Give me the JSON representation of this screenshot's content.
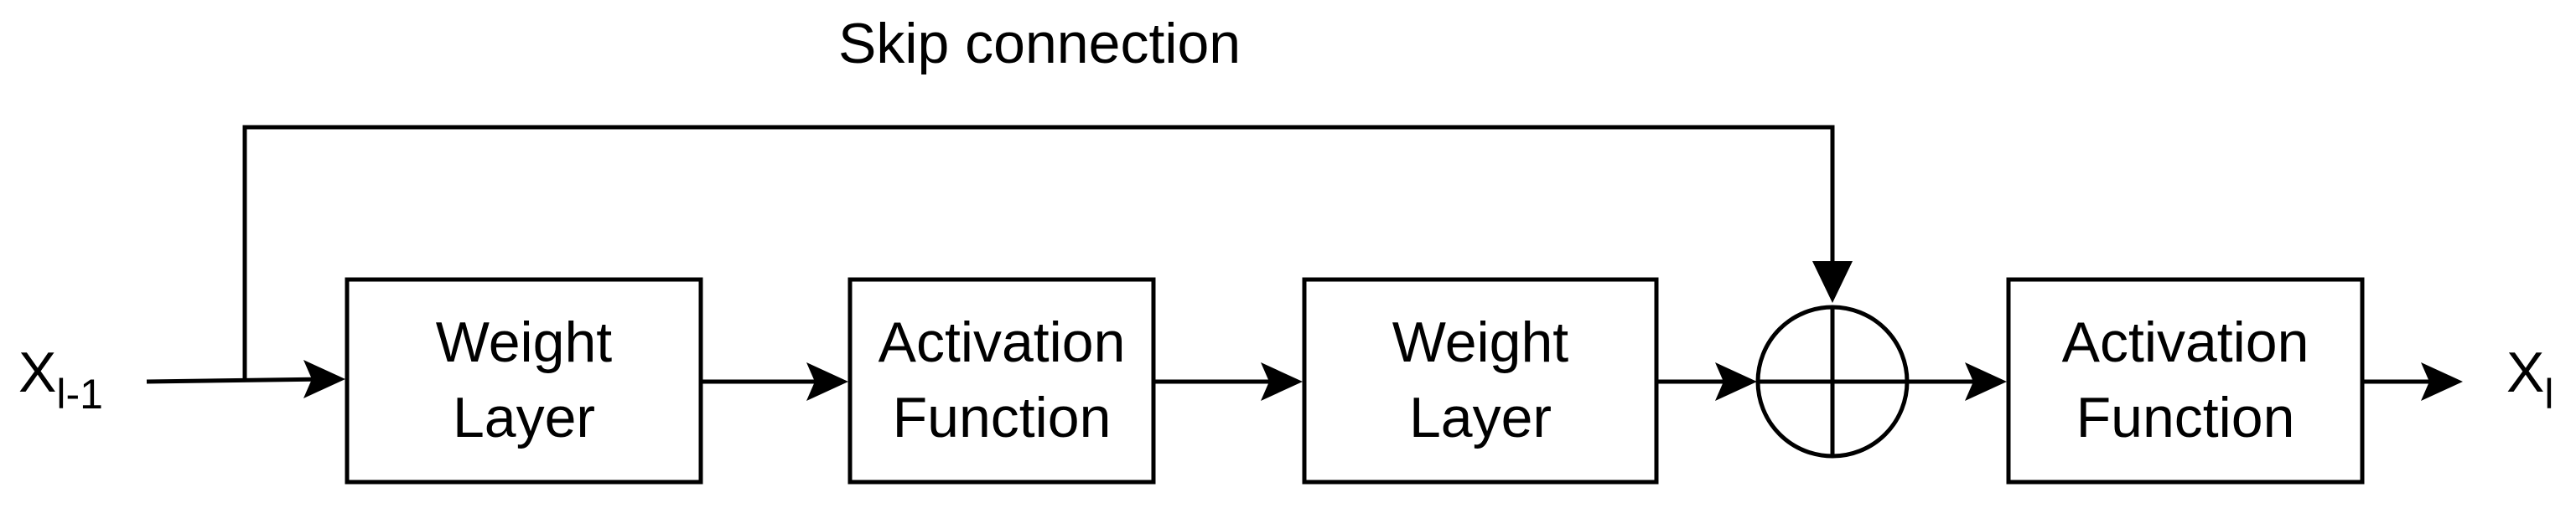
{
  "input": {
    "main": "X",
    "sub": "l-1"
  },
  "output": {
    "main": "X",
    "sub": "l"
  },
  "skip_label": "Skip connection",
  "blocks": [
    {
      "line1": "Weight",
      "line2": "Layer"
    },
    {
      "line1": "Activation",
      "line2": "Function"
    },
    {
      "line1": "Weight",
      "line2": "Layer"
    },
    {
      "line1": "Activation",
      "line2": "Function"
    }
  ],
  "sum_node": "addition",
  "colors": {
    "stroke": "#000000",
    "background": "#ffffff"
  }
}
